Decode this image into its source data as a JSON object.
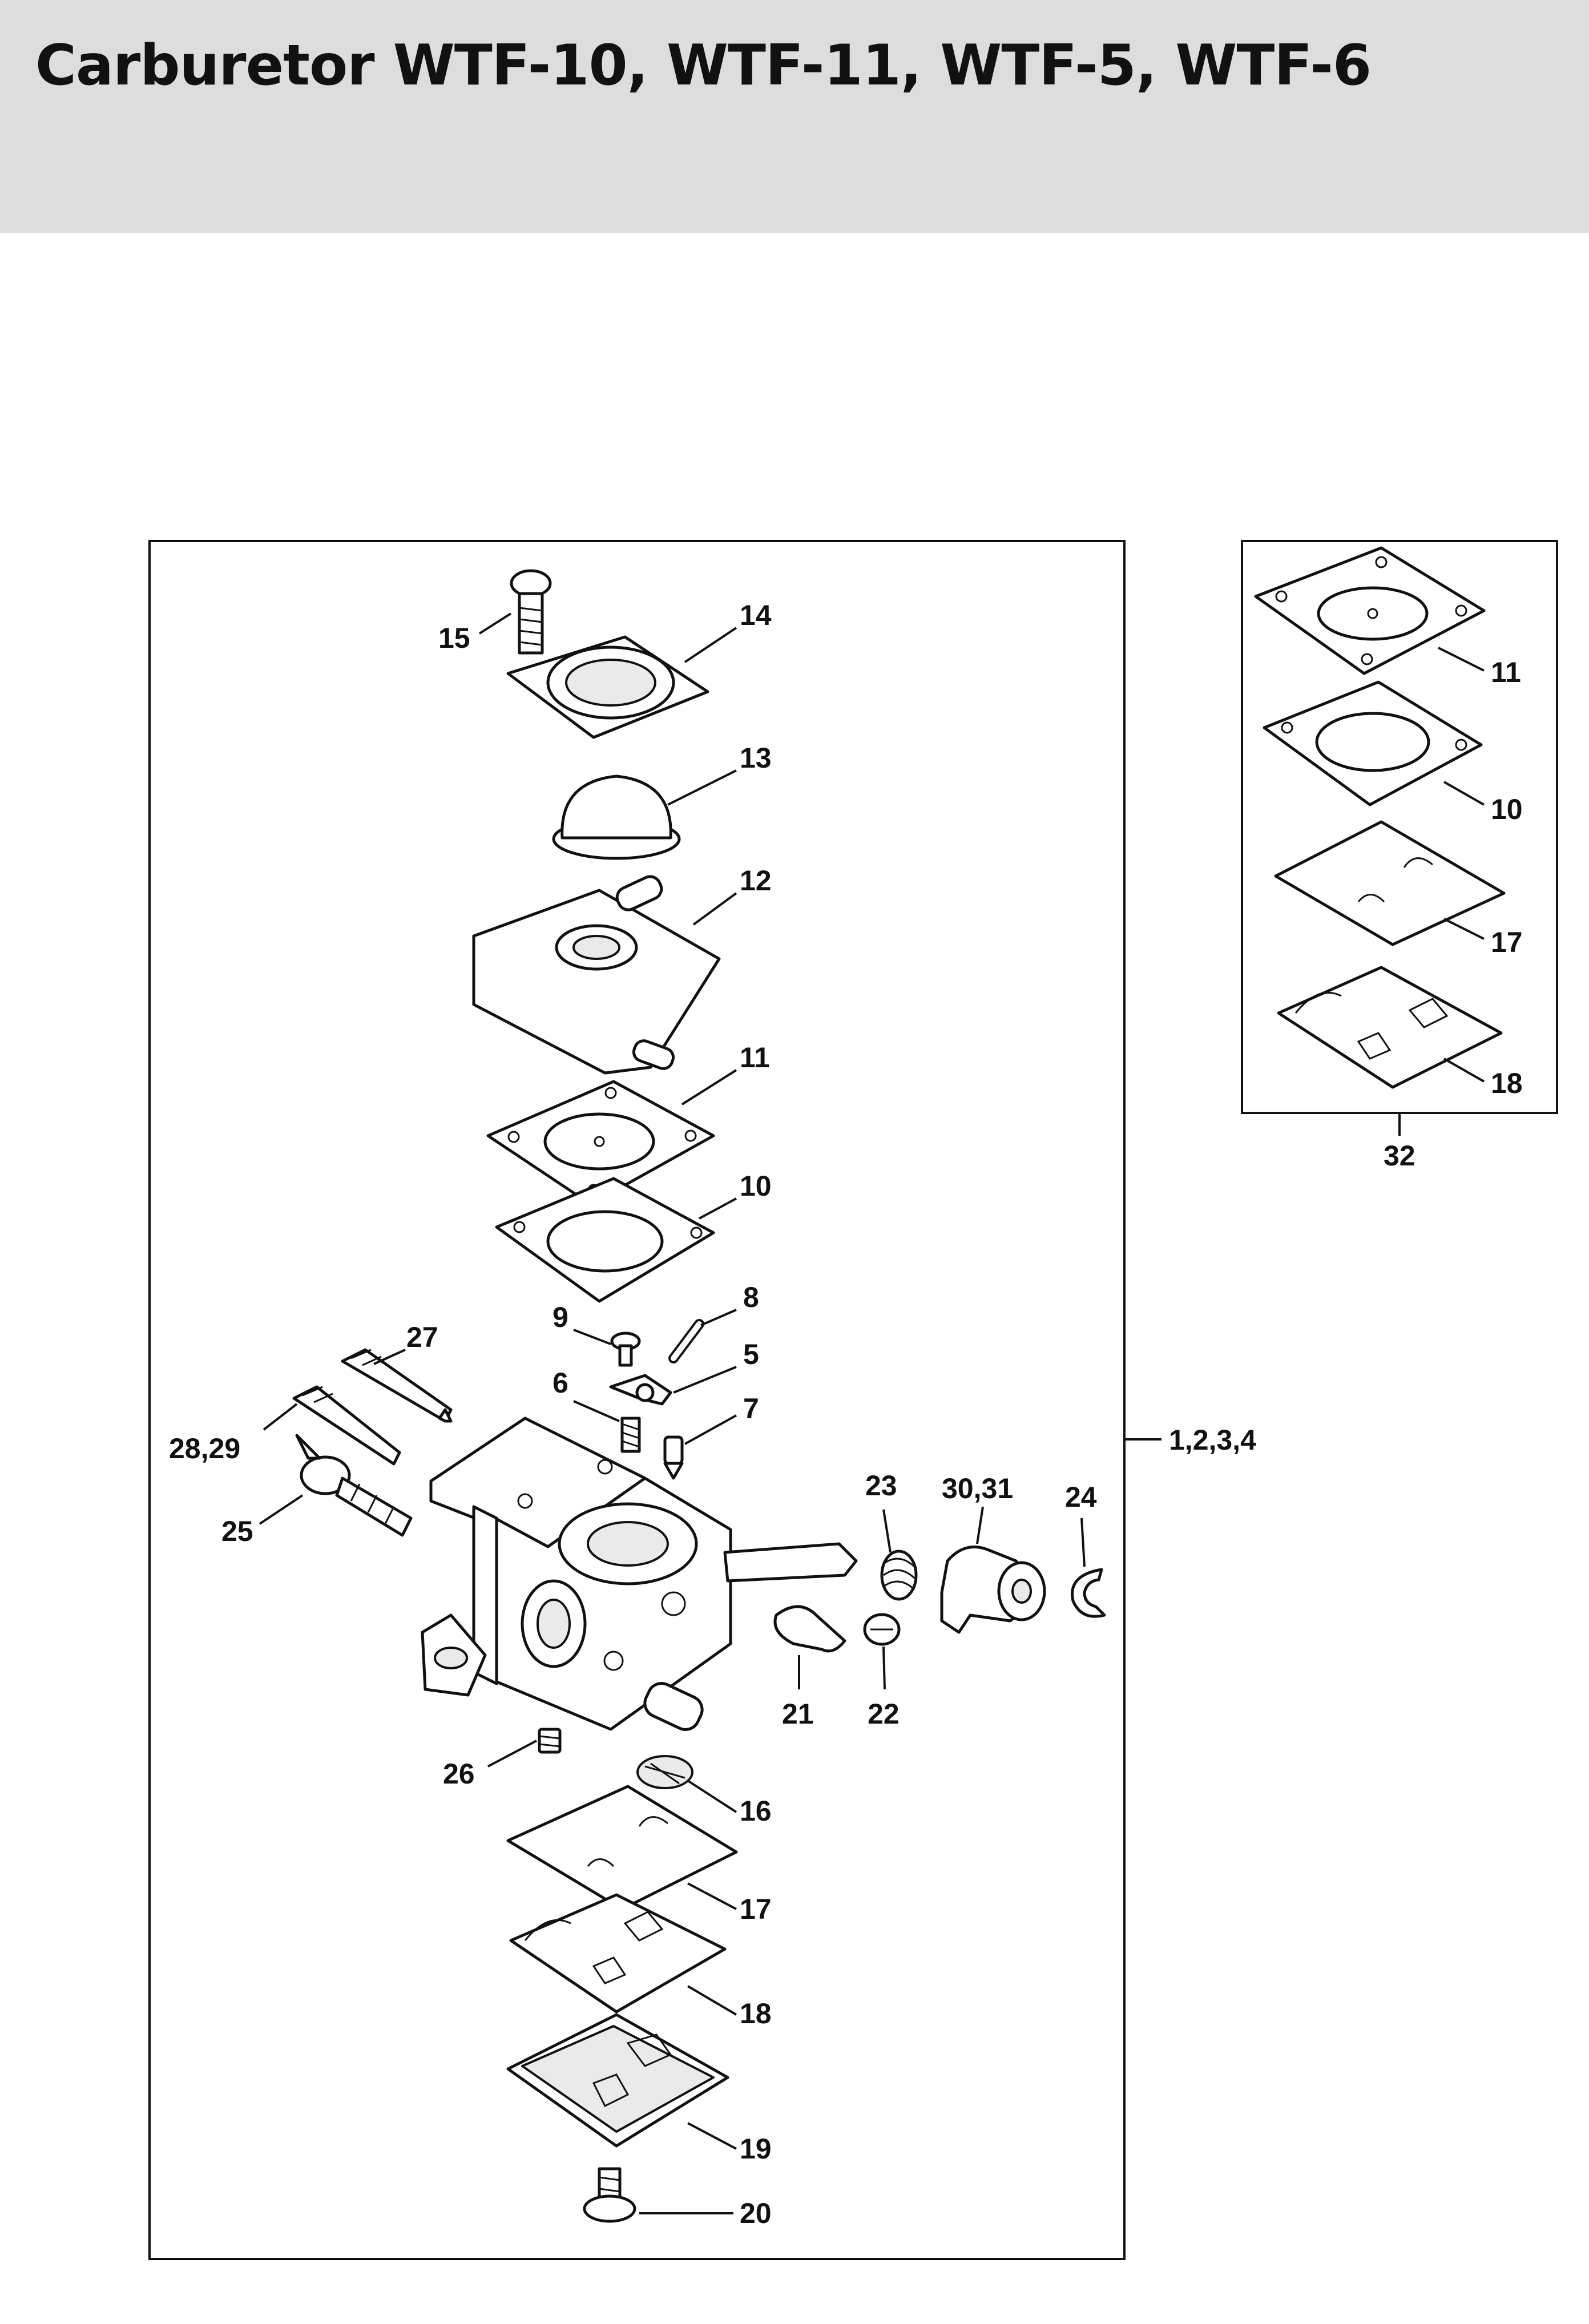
{
  "header": {
    "title": "Carburetor WTF-10, WTF-11, WTF-5, WTF-6"
  },
  "callouts": {
    "c15": "15",
    "c14": "14",
    "c13": "13",
    "c12": "12",
    "c11": "11",
    "c10": "10",
    "c9": "9",
    "c8": "8",
    "c5": "5",
    "c6": "6",
    "c7": "7",
    "c27": "27",
    "c28_29": "28,29",
    "c25": "25",
    "c23": "23",
    "c30_31": "30,31",
    "c24": "24",
    "c21": "21",
    "c22": "22",
    "c26": "26",
    "c16": "16",
    "c17": "17",
    "c18": "18",
    "c19": "19",
    "c20": "20",
    "c1_4": "1,2,3,4"
  },
  "kit": {
    "c11": "11",
    "c10": "10",
    "c17": "17",
    "c18": "18",
    "c32": "32"
  }
}
